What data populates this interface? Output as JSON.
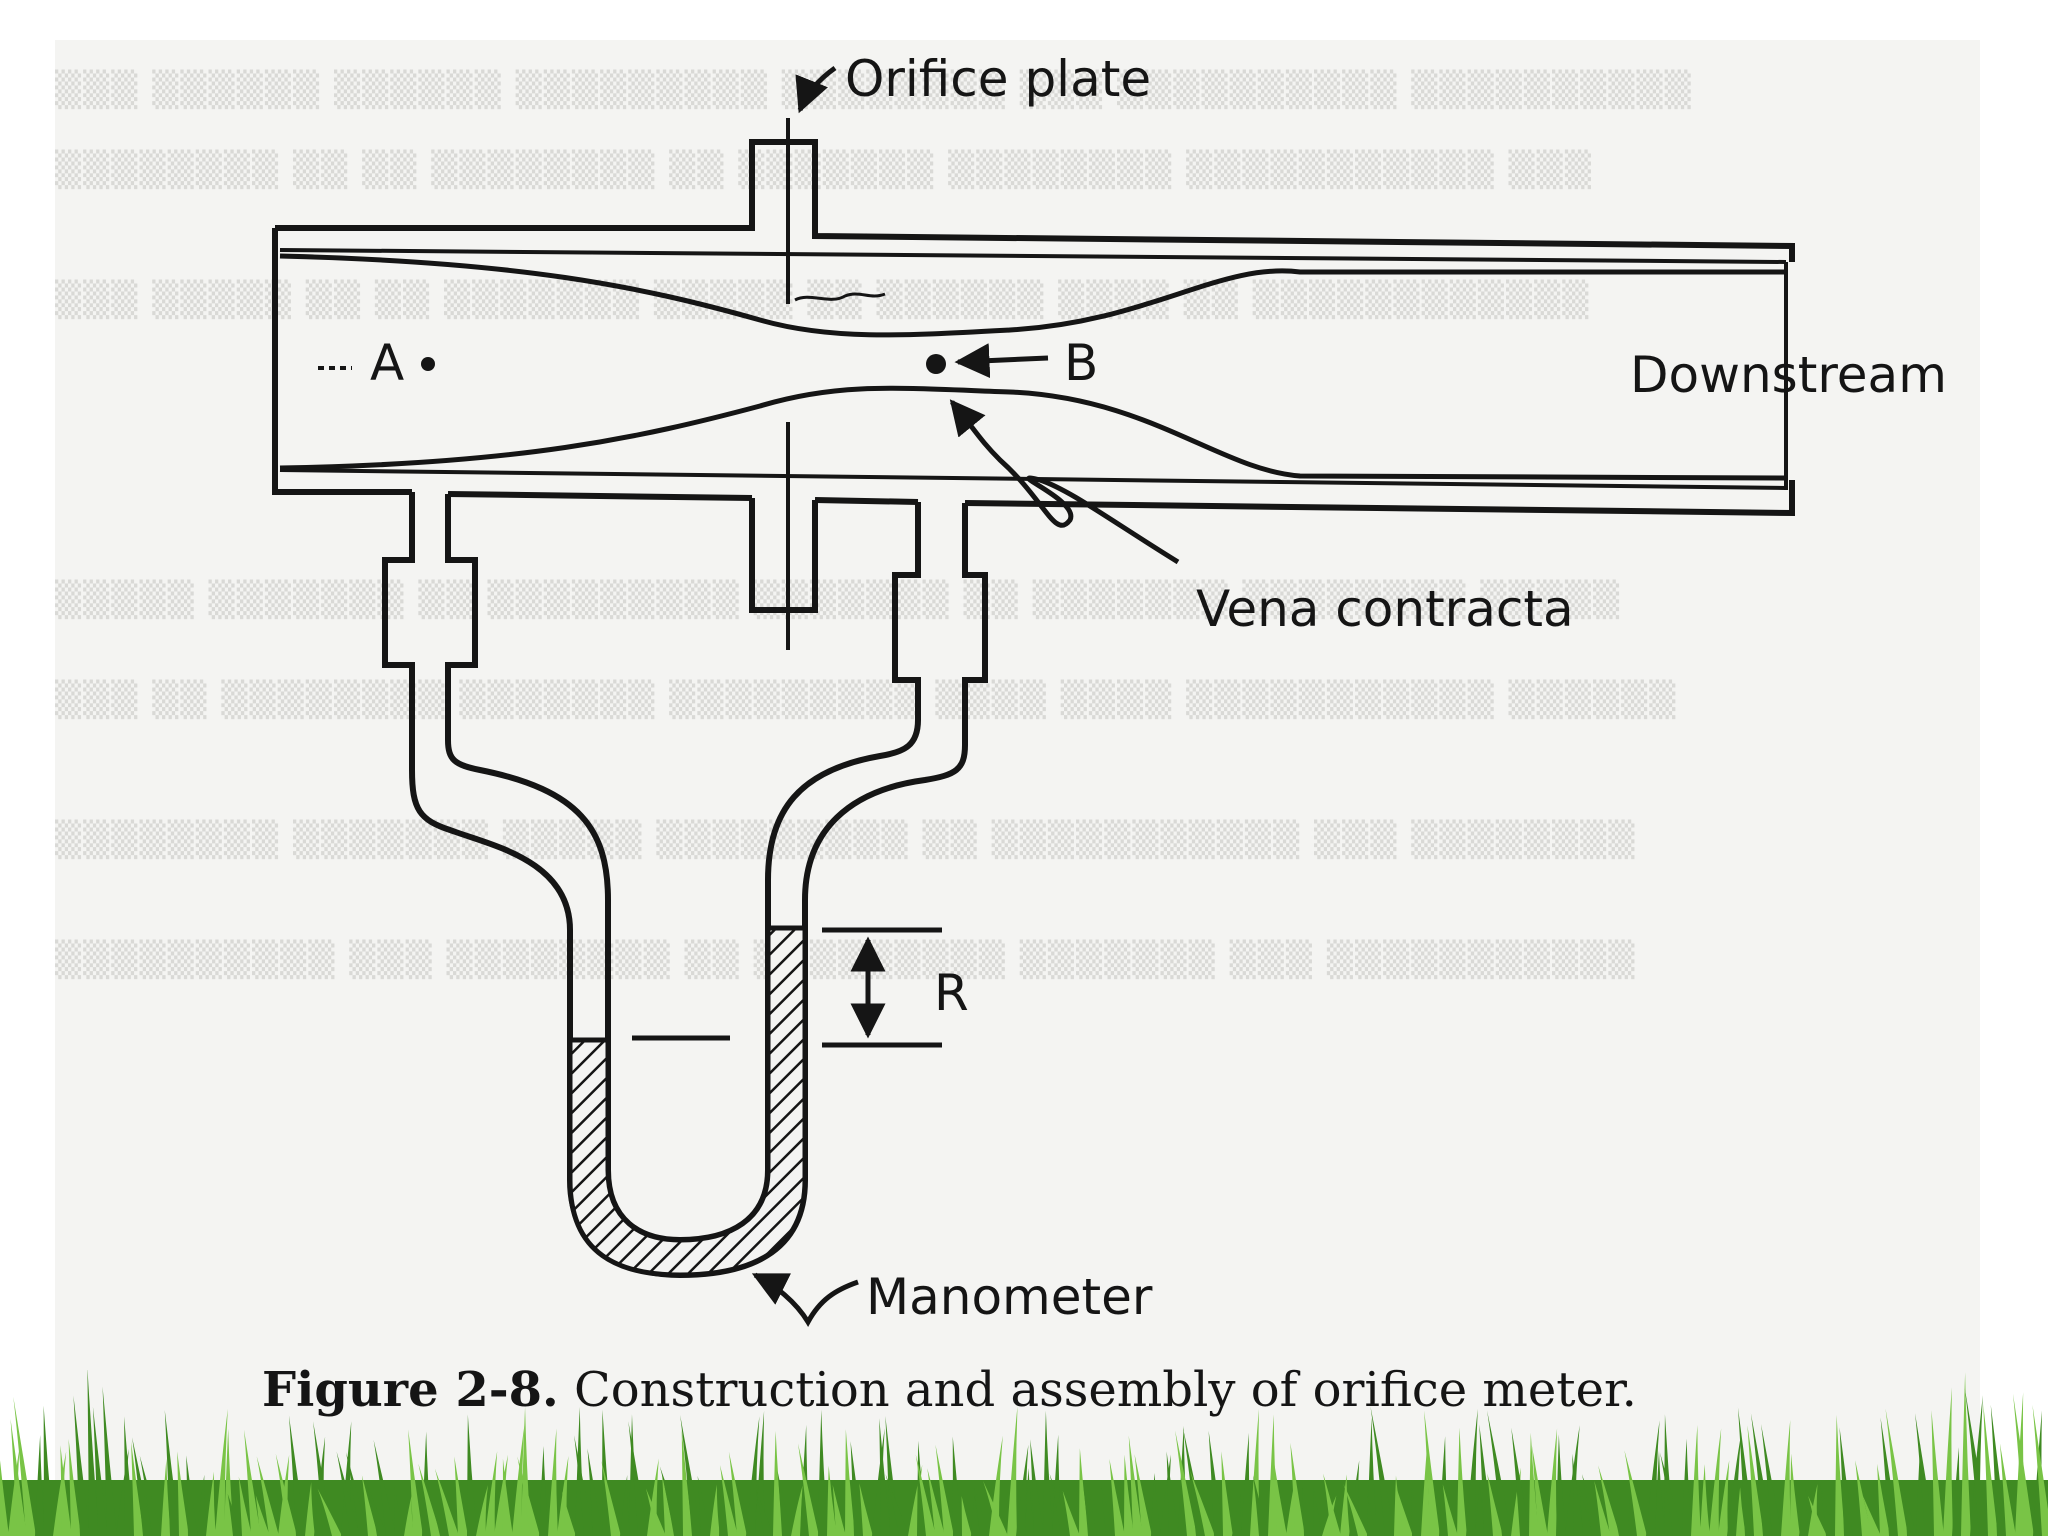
{
  "labels": {
    "orifice_plate": "Orifice plate",
    "point_a": "A",
    "point_b": "B",
    "downstream": "Downstream",
    "vena_contracta": "Vena contracta",
    "r": "R",
    "manometer": "Manometer"
  },
  "caption": {
    "number": "Figure 2-8.",
    "text": "Construction and assembly of orifice meter."
  },
  "colors": {
    "ink": "#151515",
    "paper": "#f4f4f2",
    "grass_dark": "#3f8a22",
    "grass_light": "#79c446"
  }
}
